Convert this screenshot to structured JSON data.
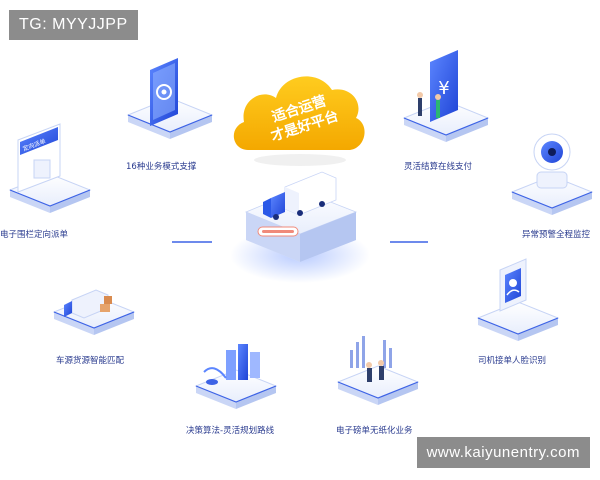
{
  "watermark": {
    "top_left": "TG: MYYJJPP",
    "bottom_right": "www.kaiyunentry.com"
  },
  "center": {
    "cloud_lines": [
      "适合运营",
      "才是好平台"
    ],
    "cloud_color": "#f9b600",
    "accent": "#2b59e8"
  },
  "features": [
    {
      "label": "16种业务模式支撑",
      "icon": "phone-settings-icon"
    },
    {
      "label": "灵活结算在线支付",
      "icon": "phone-yen-payment-icon"
    },
    {
      "label": "异常预警全程监控",
      "icon": "camera-monitor-icon"
    },
    {
      "label": "司机接单人脸识别",
      "icon": "face-id-icon"
    },
    {
      "label": "电子磅单无纸化业务",
      "icon": "handshake-chart-icon"
    },
    {
      "label": "决策算法-灵活规划路线",
      "icon": "buildings-route-icon"
    },
    {
      "label": "车源货源智能匹配",
      "icon": "truck-cargo-icon"
    },
    {
      "label": "电子围栏定向派单",
      "icon": "tablet-dispatch-icon"
    }
  ],
  "panel_texts": {
    "dispatch": "定向派单"
  }
}
